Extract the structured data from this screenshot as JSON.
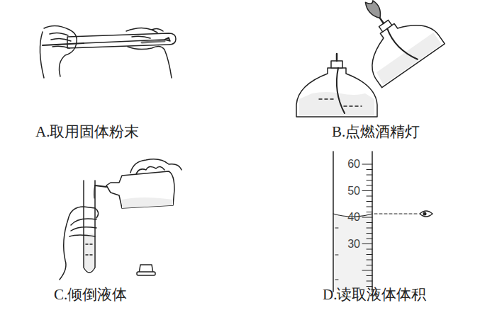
{
  "diagram": {
    "labels": [
      "A.取用固体粉末",
      "B.点燃酒精灯",
      "C.倾倒液体",
      "D.读取液体体积",
      "60",
      "50",
      "40",
      "30"
    ]
  }
}
